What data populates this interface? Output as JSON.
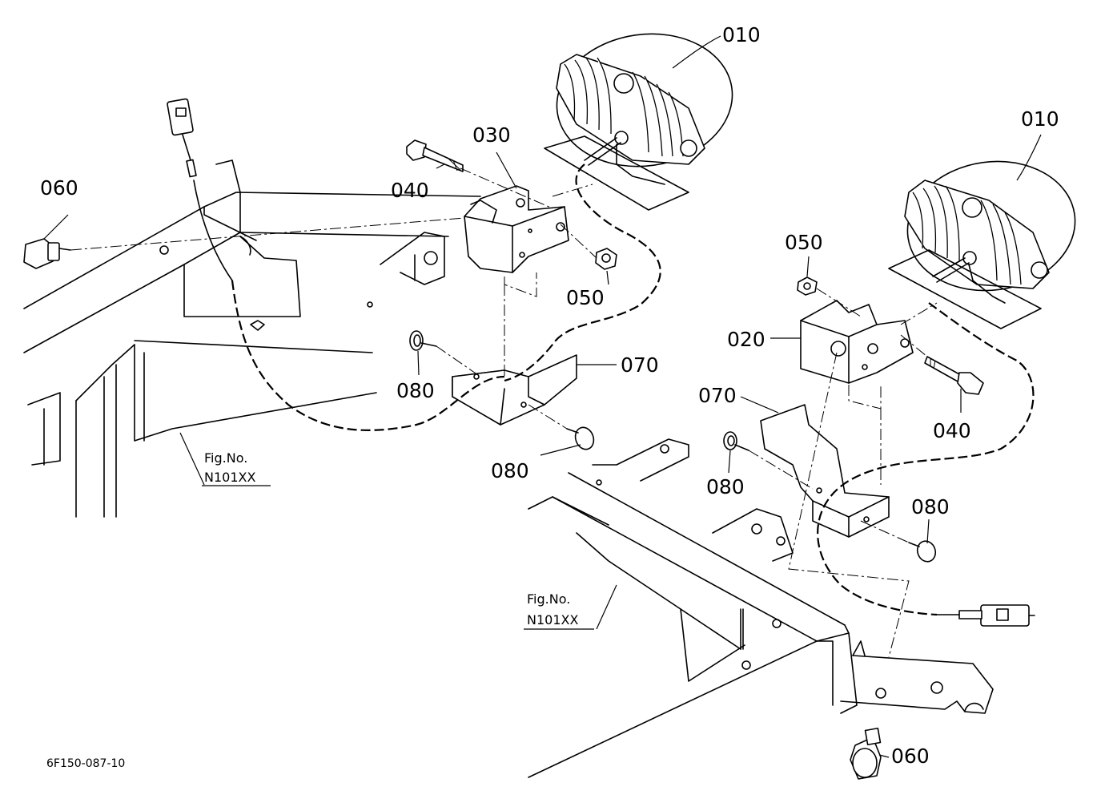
{
  "drawing": {
    "code": "6F150-087-10",
    "callouts": {
      "lamp_left": "010",
      "lamp_right": "010",
      "bracket_030": "030",
      "bracket_020": "020",
      "bolt_left": "040",
      "bolt_right": "040",
      "nut_left": "050",
      "nut_right": "050",
      "plug_left": "060",
      "plug_right": "060",
      "plate_left": "070",
      "plate_right": "070",
      "screw_left_a": "080",
      "screw_left_b": "080",
      "screw_right_a": "080",
      "screw_right_b": "080"
    },
    "fig_refs": [
      {
        "line1": "Fig.No.",
        "line2": "N101XX"
      },
      {
        "line1": "Fig.No.",
        "line2": "N101XX"
      }
    ]
  }
}
